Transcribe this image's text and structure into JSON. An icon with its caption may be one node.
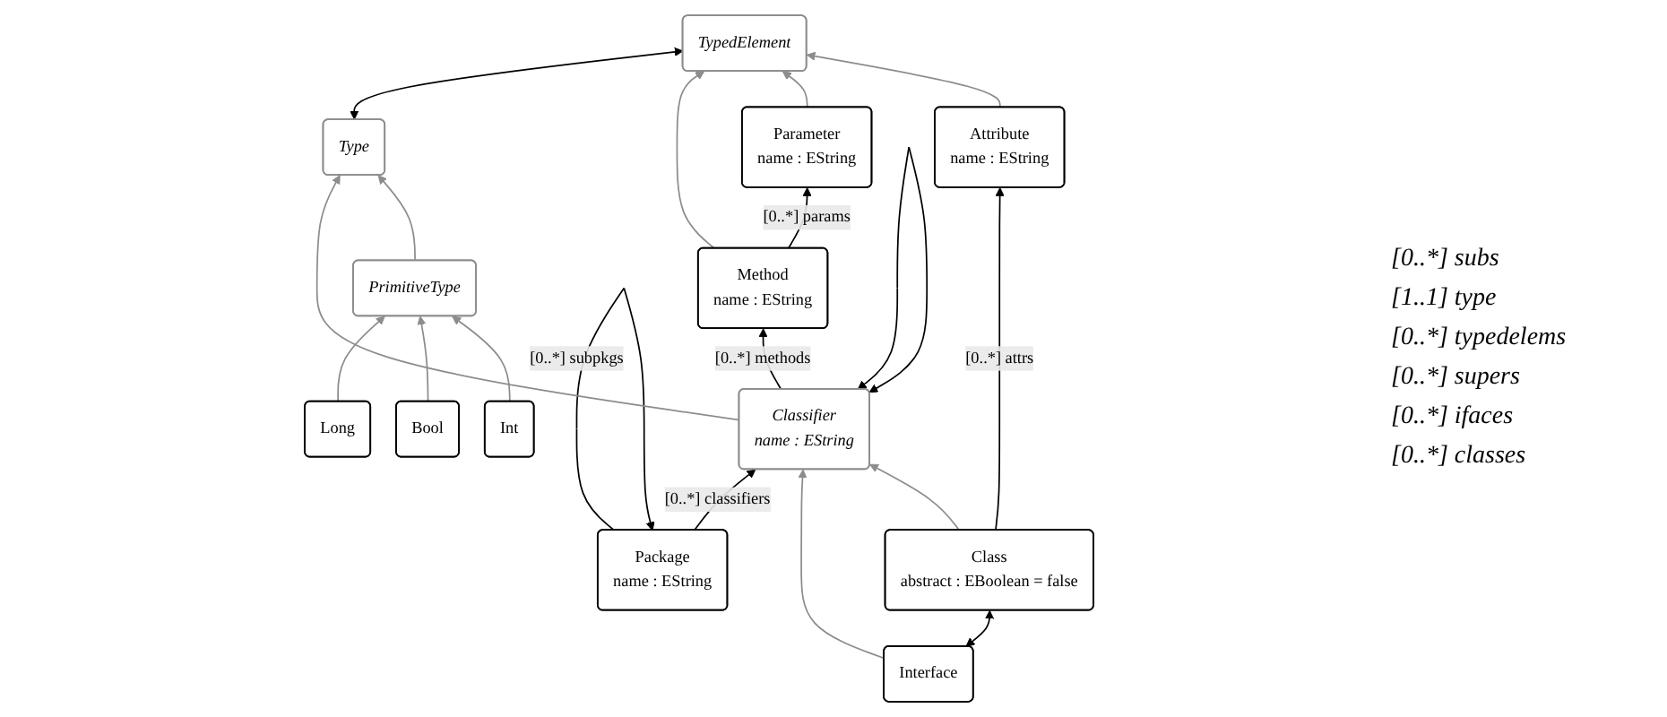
{
  "diagram": {
    "nodes": [
      {
        "text": [
          "Package",
          "name : EString"
        ]
      },
      {
        "text": [
          "Type"
        ]
      },
      {
        "text": [
          "Classifier",
          "name : EString"
        ]
      },
      {
        "text": [
          "PrimitiveType"
        ]
      },
      {
        "text": [
          "TypedElement"
        ]
      },
      {
        "text": [
          "Interface"
        ]
      },
      {
        "text": [
          "Long"
        ]
      },
      {
        "text": [
          "Bool"
        ]
      },
      {
        "text": [
          "Int"
        ]
      },
      {
        "text": [
          "Class",
          "abstract : EBoolean = false"
        ]
      },
      {
        "text": [
          "Method",
          "name : EString"
        ]
      },
      {
        "text": [
          "Parameter",
          "name : EString"
        ]
      },
      {
        "text": [
          "Attribute",
          "name : EString"
        ]
      }
    ],
    "edges": [
      {
        "from": 0,
        "to": 2,
        "arrow": "to",
        "label": "[0..*] classifiers",
        "color": "#000000"
      },
      {
        "from": 0,
        "to": 0,
        "arrow": "to",
        "label": "[0..*] subpkgs",
        "color": "#000000"
      },
      {
        "from": 1,
        "to": 4,
        "arrow": "both",
        "color": "#000000"
      },
      {
        "from": 2,
        "to": 1,
        "arrow": "to"
      },
      {
        "from": 3,
        "to": 1,
        "arrow": "to"
      },
      {
        "from": 2,
        "to": 2,
        "arrow": "both",
        "color": "#000000"
      },
      {
        "from": 6,
        "to": 3,
        "arrow": "to"
      },
      {
        "from": 7,
        "to": 3,
        "arrow": "to"
      },
      {
        "from": 8,
        "to": 3,
        "arrow": "to"
      },
      {
        "from": 10,
        "to": 4,
        "arrow": "to"
      },
      {
        "from": 11,
        "to": 4,
        "arrow": "to"
      },
      {
        "from": 12,
        "to": 4,
        "arrow": "to"
      },
      {
        "from": 5,
        "to": 2,
        "arrow": "to"
      },
      {
        "from": 9,
        "to": 2,
        "arrow": "to"
      },
      {
        "from": 2,
        "to": 10,
        "arrow": "to",
        "label": "[0..*] methods",
        "color": "#000000"
      },
      {
        "from": 5,
        "to": 9,
        "arrow": "both",
        "color": "#000000"
      },
      {
        "from": 10,
        "to": 11,
        "arrow": "to",
        "label": "[0..*] params",
        "color": "#000000"
      },
      {
        "from": 9,
        "to": 12,
        "arrow": "to",
        "label": "[0..*] attrs",
        "color": "#000000"
      }
    ],
    "labels": [
      "[0..*] subs",
      "[1..1] type",
      "[0..*] typedelems",
      "[0..*] supers",
      "[0..*] ifaces",
      "[0..*] classes"
    ]
  }
}
